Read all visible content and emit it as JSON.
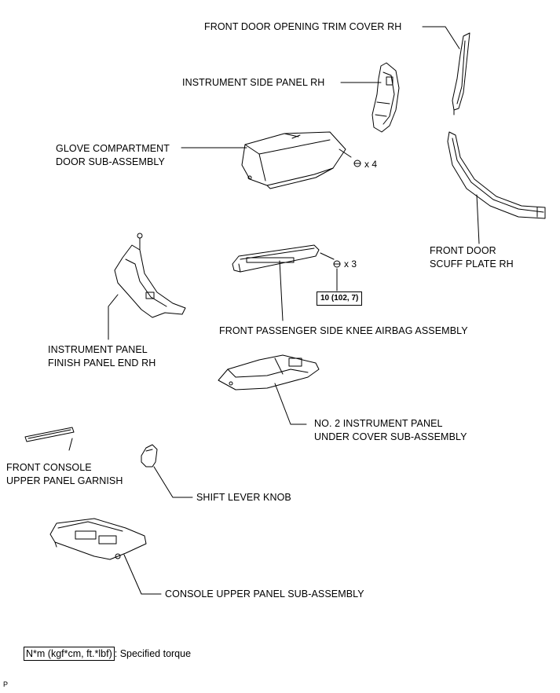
{
  "labels": {
    "front_door_opening_trim": "FRONT DOOR OPENING TRIM COVER RH",
    "instrument_side_panel": "INSTRUMENT SIDE PANEL RH",
    "glove_l1": "GLOVE COMPARTMENT",
    "glove_l2": "DOOR SUB-ASSEMBLY",
    "front_door_scuff_l1": "FRONT DOOR",
    "front_door_scuff_l2": "SCUFF PLATE RH",
    "knee_airbag": "FRONT PASSENGER SIDE KNEE AIRBAG ASSEMBLY",
    "finish_panel_l1": "INSTRUMENT PANEL",
    "finish_panel_l2": "FINISH PANEL END RH",
    "under_cover_l1": "NO. 2 INSTRUMENT PANEL",
    "under_cover_l2": "UNDER COVER SUB-ASSEMBLY",
    "garnish_l1": "FRONT CONSOLE",
    "garnish_l2": "UPPER PANEL GARNISH",
    "shift_knob": "SHIFT LEVER KNOB",
    "console_upper": "CONSOLE UPPER PANEL SUB-ASSEMBLY"
  },
  "fasteners": {
    "glove_qty": "x 4",
    "airbag_qty": "x 3",
    "airbag_torque": "10 (102, 7)"
  },
  "legend": {
    "unit": "N*m (kgf*cm, ft.*lbf)",
    "text": ": Specified torque"
  },
  "corner_mark": "P"
}
